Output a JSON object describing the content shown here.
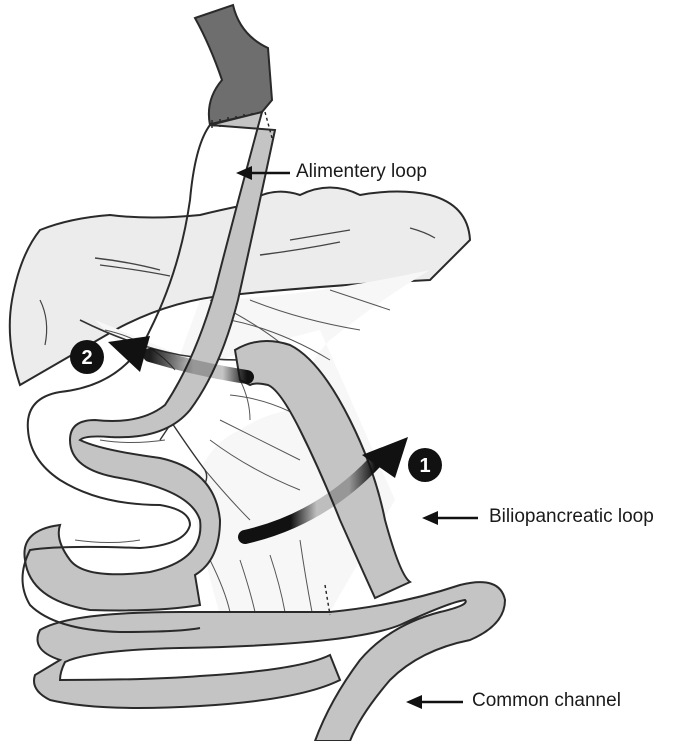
{
  "labels": {
    "alimentary": "Alimentery loop",
    "biliopancreatic": "Biliopancreatic loop",
    "common": "Common channel"
  },
  "markers": {
    "one": "1",
    "two": "2"
  },
  "colors": {
    "bowel": "#c4c4c4",
    "mesentery": "#f3f3f3",
    "stomach": "#707070",
    "outline": "#2a2a2a",
    "arrow": "#111111"
  }
}
